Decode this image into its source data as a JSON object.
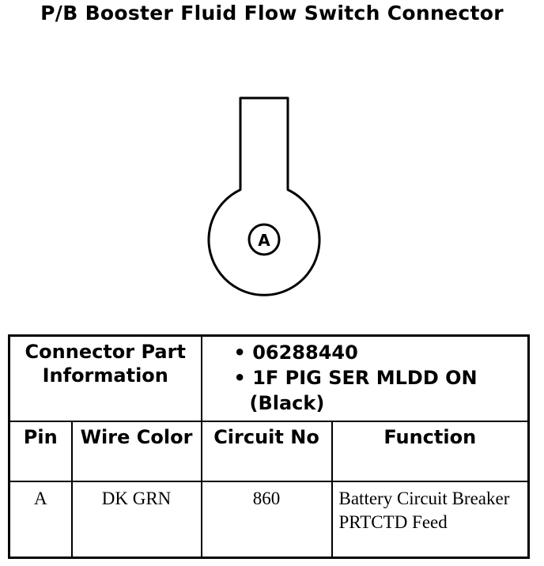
{
  "title": "P/B Booster Fluid Flow Switch Connector",
  "connector": {
    "pin_label": "A"
  },
  "table": {
    "part_info_label": "Connector Part Information",
    "part_info": [
      "• 06288440",
      "• 1F PIG SER MLDD ON",
      "(Black)"
    ],
    "headers": {
      "pin": "Pin",
      "wire_color": "Wire Color",
      "circuit_no": "Circuit No",
      "function": "Function"
    },
    "rows": [
      {
        "pin": "A",
        "wire_color": "DK GRN",
        "circuit_no": "860",
        "function": "Battery Circuit Breaker PRTCTD Feed"
      }
    ]
  }
}
